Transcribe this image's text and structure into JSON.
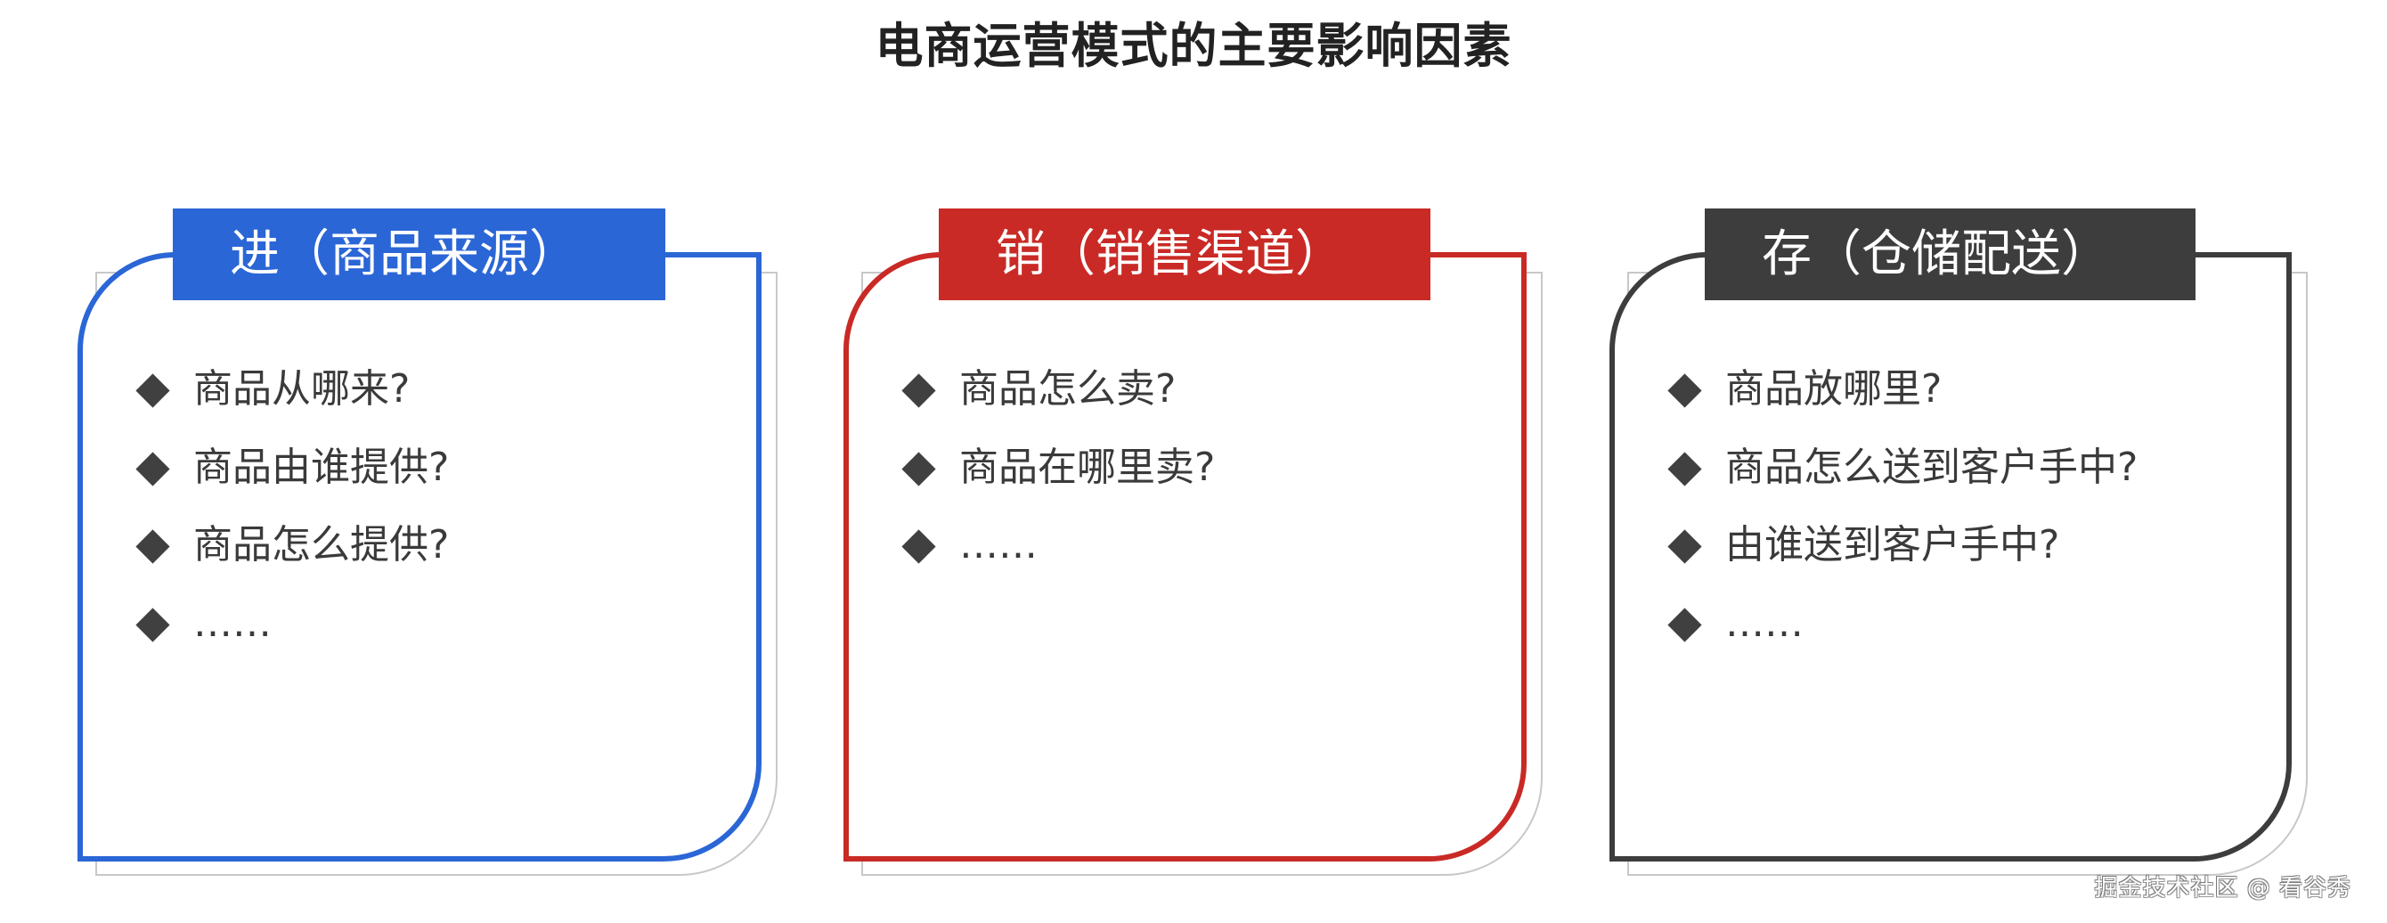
{
  "title": "电商运营模式的主要影响因素",
  "colors": {
    "blue": "#2B66D6",
    "red": "#C92A25",
    "dark": "#3D3D3D",
    "bullet": "#404040",
    "text": "#3A3A3A",
    "shadow": "#C8C8C8"
  },
  "cards": [
    {
      "header": "进（商品来源）",
      "color_key": "blue",
      "items": [
        "商品从哪来?",
        "商品由谁提供?",
        "商品怎么提供?",
        "……"
      ]
    },
    {
      "header": "销（销售渠道）",
      "color_key": "red",
      "items": [
        "商品怎么卖?",
        "商品在哪里卖?",
        "……"
      ]
    },
    {
      "header": "存（仓储配送）",
      "color_key": "dark",
      "items": [
        "商品放哪里?",
        "商品怎么送到客户手中?",
        "由谁送到客户手中?",
        "……"
      ]
    }
  ],
  "watermark": "掘金技术社区 @ 看谷秀"
}
